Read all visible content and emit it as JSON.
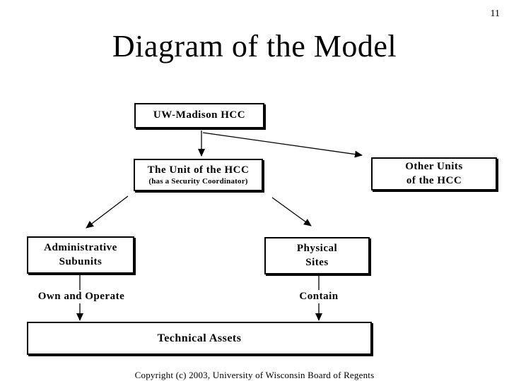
{
  "slide": {
    "page_number": "11",
    "title": "Diagram of the Model",
    "copyright": "Copyright (c) 2003, University of Wisconsin Board of Regents"
  },
  "diagram": {
    "nodes": {
      "uw_madison": {
        "lines": [
          "UW-Madison HCC"
        ]
      },
      "unit": {
        "lines": [
          "The Unit of the HCC"
        ],
        "sublabel": "(has a Security Coordinator)"
      },
      "other_units": {
        "lines": [
          "Other Units",
          "of the HCC"
        ]
      },
      "admin_subunits": {
        "lines": [
          "Administrative",
          "Subunits"
        ]
      },
      "physical_sites": {
        "lines": [
          "Physical",
          "Sites"
        ]
      },
      "technical_assets": {
        "lines": [
          "Technical Assets"
        ]
      }
    },
    "edges": [
      {
        "from": "uw_madison",
        "to": "unit",
        "label": ""
      },
      {
        "from": "uw_madison",
        "to": "other_units",
        "label": ""
      },
      {
        "from": "unit",
        "to": "admin_subunits",
        "label": ""
      },
      {
        "from": "unit",
        "to": "physical_sites",
        "label": ""
      },
      {
        "from": "admin_subunits",
        "to": "technical_assets",
        "label": "Own and Operate"
      },
      {
        "from": "physical_sites",
        "to": "technical_assets",
        "label": "Contain"
      }
    ],
    "colors": {
      "ink": "#000000",
      "background": "#ffffff"
    }
  }
}
